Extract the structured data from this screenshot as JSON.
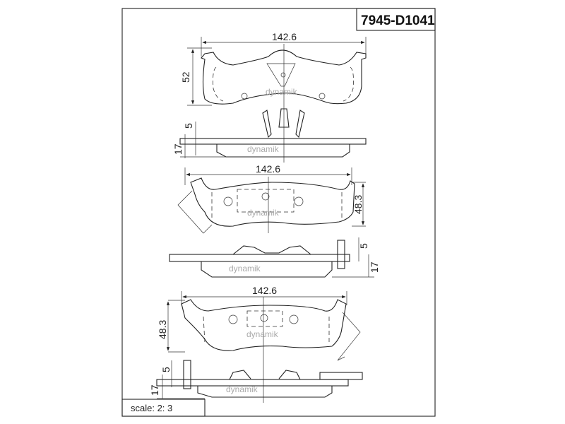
{
  "title": "7945-D1041",
  "scale_label": "scale: 2: 3",
  "watermark": "dynamik",
  "views": [
    {
      "name": "pad-1",
      "width_dim": "142.6",
      "height_dim": "52",
      "shim_dim": "5",
      "thickness_dim": "17"
    },
    {
      "name": "pad-2",
      "width_dim": "142.6",
      "height_dim": "48.3",
      "shim_dim": "5",
      "thickness_dim": "17"
    },
    {
      "name": "pad-3",
      "width_dim": "142.6",
      "height_dim": "48.3",
      "shim_dim": "5",
      "thickness_dim": "17"
    }
  ]
}
